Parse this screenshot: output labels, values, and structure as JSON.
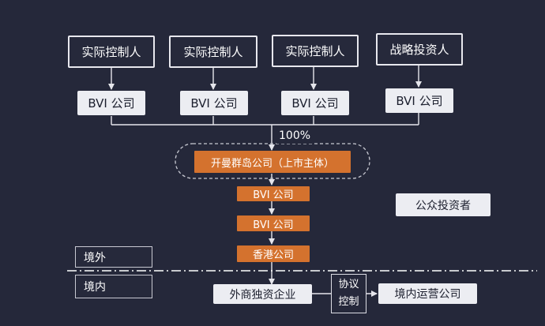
{
  "controllers": [
    "实际控制人",
    "实际控制人",
    "实际控制人",
    "战略投资人"
  ],
  "bvi_top": [
    "BVI 公司",
    "BVI 公司",
    "BVI 公司",
    "BVI 公司"
  ],
  "percent": "100%",
  "cayman": "开曼群岛公司（上市主体）",
  "bvi_mid1": "BVI 公司",
  "bvi_mid2": "BVI 公司",
  "hk": "香港公司",
  "public": "公众投资者",
  "zone_outside": "境外",
  "zone_inside": "境内",
  "wfoe": "外商独资企业",
  "agreement": [
    "协议",
    "控制"
  ],
  "domestic": "境内运营公司",
  "colors": {
    "background": "#25283a",
    "accent": "#d4722e",
    "light_box": "#ecedf2",
    "line": "#e6e6ec"
  }
}
